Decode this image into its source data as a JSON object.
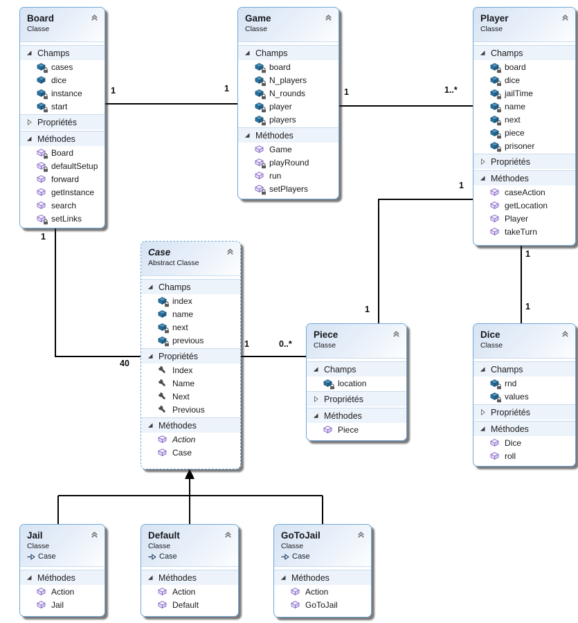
{
  "diagram": {
    "multiplicities": {
      "board_game_left": "1",
      "board_game_right": "1",
      "game_player_left": "1",
      "game_player_right": "1..*",
      "player_piece_player_end": "1",
      "player_piece_piece_end": "1",
      "player_dice_player_end": "1",
      "player_dice_dice_end": "1",
      "board_case_board_end": "1",
      "board_case_case_end": "40",
      "case_piece_case_end": "1",
      "case_piece_piece_end": "0..*"
    },
    "colors": {
      "box_border": "#6fa7d8",
      "header_gradient_start": "#d7e4f4",
      "section_band": "#edf3fb",
      "field_icon": "#2d76a4",
      "method_icon": "#7a59c0",
      "connector": "#000000"
    },
    "classes": [
      {
        "id": "board",
        "title": "Board",
        "kind": "Classe",
        "abstract": false,
        "inherits": null,
        "sections": [
          {
            "label": "Champs",
            "expanded": true,
            "members": [
              {
                "name": "cases",
                "type": "field",
                "private": true
              },
              {
                "name": "dice",
                "type": "field",
                "private": false
              },
              {
                "name": "instance",
                "type": "field",
                "private": true
              },
              {
                "name": "start",
                "type": "field",
                "private": true
              }
            ]
          },
          {
            "label": "Propriétés",
            "expanded": false,
            "members": []
          },
          {
            "label": "Méthodes",
            "expanded": true,
            "members": [
              {
                "name": "Board",
                "type": "method",
                "private": true
              },
              {
                "name": "defaultSetup",
                "type": "method",
                "private": true
              },
              {
                "name": "forward",
                "type": "method",
                "private": false
              },
              {
                "name": "getInstance",
                "type": "method",
                "private": false
              },
              {
                "name": "search",
                "type": "method",
                "private": false
              },
              {
                "name": "setLinks",
                "type": "method",
                "private": true
              }
            ]
          }
        ]
      },
      {
        "id": "game",
        "title": "Game",
        "kind": "Classe",
        "abstract": false,
        "inherits": null,
        "sections": [
          {
            "label": "Champs",
            "expanded": true,
            "members": [
              {
                "name": "board",
                "type": "field",
                "private": true
              },
              {
                "name": "N_players",
                "type": "field",
                "private": true
              },
              {
                "name": "N_rounds",
                "type": "field",
                "private": true
              },
              {
                "name": "player",
                "type": "field",
                "private": true
              },
              {
                "name": "players",
                "type": "field",
                "private": true
              }
            ]
          },
          {
            "label": "Méthodes",
            "expanded": true,
            "members": [
              {
                "name": "Game",
                "type": "method",
                "private": false
              },
              {
                "name": "playRound",
                "type": "method",
                "private": true
              },
              {
                "name": "run",
                "type": "method",
                "private": false
              },
              {
                "name": "setPlayers",
                "type": "method",
                "private": true
              }
            ]
          }
        ]
      },
      {
        "id": "player",
        "title": "Player",
        "kind": "Classe",
        "abstract": false,
        "inherits": null,
        "sections": [
          {
            "label": "Champs",
            "expanded": true,
            "members": [
              {
                "name": "board",
                "type": "field",
                "private": true
              },
              {
                "name": "dice",
                "type": "field",
                "private": true
              },
              {
                "name": "jailTime",
                "type": "field",
                "private": true
              },
              {
                "name": "name",
                "type": "field",
                "private": true
              },
              {
                "name": "next",
                "type": "field",
                "private": true
              },
              {
                "name": "piece",
                "type": "field",
                "private": true
              },
              {
                "name": "prisoner",
                "type": "field",
                "private": true
              }
            ]
          },
          {
            "label": "Propriétés",
            "expanded": false,
            "members": []
          },
          {
            "label": "Méthodes",
            "expanded": true,
            "members": [
              {
                "name": "caseAction",
                "type": "method",
                "private": false
              },
              {
                "name": "getLocation",
                "type": "method",
                "private": false
              },
              {
                "name": "Player",
                "type": "method",
                "private": false
              },
              {
                "name": "takeTurn",
                "type": "method",
                "private": false
              }
            ]
          }
        ]
      },
      {
        "id": "case",
        "title": "Case",
        "kind": "Abstract Classe",
        "abstract": true,
        "inherits": null,
        "sections": [
          {
            "label": "Champs",
            "expanded": true,
            "members": [
              {
                "name": "index",
                "type": "field",
                "private": true
              },
              {
                "name": "name",
                "type": "field",
                "private": false
              },
              {
                "name": "next",
                "type": "field",
                "private": true
              },
              {
                "name": "previous",
                "type": "field",
                "private": true
              }
            ]
          },
          {
            "label": "Propriétés",
            "expanded": true,
            "members": [
              {
                "name": "Index",
                "type": "property",
                "private": false
              },
              {
                "name": "Name",
                "type": "property",
                "private": false
              },
              {
                "name": "Next",
                "type": "property",
                "private": false
              },
              {
                "name": "Previous",
                "type": "property",
                "private": false
              }
            ]
          },
          {
            "label": "Méthodes",
            "expanded": true,
            "members": [
              {
                "name": "Action",
                "type": "method",
                "private": false,
                "italic": true
              },
              {
                "name": "Case",
                "type": "method",
                "private": false
              }
            ]
          }
        ]
      },
      {
        "id": "piece",
        "title": "Piece",
        "kind": "Classe",
        "abstract": false,
        "inherits": null,
        "sections": [
          {
            "label": "Champs",
            "expanded": true,
            "members": [
              {
                "name": "location",
                "type": "field",
                "private": true
              }
            ]
          },
          {
            "label": "Propriétés",
            "expanded": false,
            "members": []
          },
          {
            "label": "Méthodes",
            "expanded": true,
            "members": [
              {
                "name": "Piece",
                "type": "method",
                "private": false
              }
            ]
          }
        ]
      },
      {
        "id": "dice",
        "title": "Dice",
        "kind": "Classe",
        "abstract": false,
        "inherits": null,
        "sections": [
          {
            "label": "Champs",
            "expanded": true,
            "members": [
              {
                "name": "rnd",
                "type": "field",
                "private": true
              },
              {
                "name": "values",
                "type": "field",
                "private": true
              }
            ]
          },
          {
            "label": "Propriétés",
            "expanded": false,
            "members": []
          },
          {
            "label": "Méthodes",
            "expanded": true,
            "members": [
              {
                "name": "Dice",
                "type": "method",
                "private": false
              },
              {
                "name": "roll",
                "type": "method",
                "private": false
              }
            ]
          }
        ]
      },
      {
        "id": "jail",
        "title": "Jail",
        "kind": "Classe",
        "abstract": false,
        "inherits": "Case",
        "sections": [
          {
            "label": "Méthodes",
            "expanded": true,
            "members": [
              {
                "name": "Action",
                "type": "method",
                "private": false
              },
              {
                "name": "Jail",
                "type": "method",
                "private": false
              }
            ]
          }
        ]
      },
      {
        "id": "default",
        "title": "Default",
        "kind": "Classe",
        "abstract": false,
        "inherits": "Case",
        "sections": [
          {
            "label": "Méthodes",
            "expanded": true,
            "members": [
              {
                "name": "Action",
                "type": "method",
                "private": false
              },
              {
                "name": "Default",
                "type": "method",
                "private": false
              }
            ]
          }
        ]
      },
      {
        "id": "gotojail",
        "title": "GoToJail",
        "kind": "Classe",
        "abstract": false,
        "inherits": "Case",
        "sections": [
          {
            "label": "Méthodes",
            "expanded": true,
            "members": [
              {
                "name": "Action",
                "type": "method",
                "private": false
              },
              {
                "name": "GoToJail",
                "type": "method",
                "private": false
              }
            ]
          }
        ]
      }
    ]
  }
}
